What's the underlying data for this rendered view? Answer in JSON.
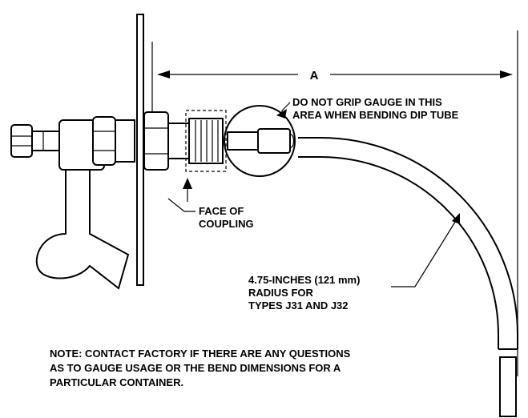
{
  "labels": {
    "dimension": "A",
    "grip_warning_line1": "DO NOT GRIP GAUGE IN THIS",
    "grip_warning_line2": "AREA WHEN BENDING DIP TUBE",
    "face_line1": "FACE OF",
    "face_line2": "COUPLING",
    "radius_line1": "4.75-INCHES (121 mm)",
    "radius_line2": "RADIUS FOR",
    "radius_line3": "TYPES J31 AND J32",
    "note_line1": "NOTE: CONTACT FACTORY IF THERE ARE ANY QUESTIONS",
    "note_line2": "AS TO GAUGE USAGE OR THE BEND DIMENSIONS FOR A",
    "note_line3": "PARTICULAR CONTAINER."
  },
  "colors": {
    "ink": "#000000",
    "paper": "#ffffff"
  }
}
